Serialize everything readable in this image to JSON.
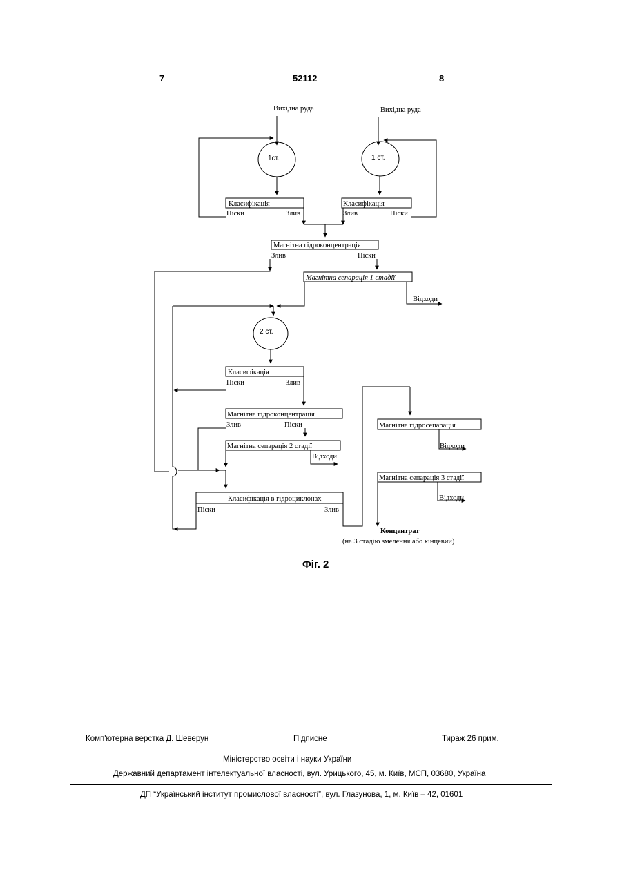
{
  "header": {
    "page_left": "7",
    "doc_number": "52112",
    "page_right": "8"
  },
  "diagram": {
    "ore_in_left": "Вихідна руда",
    "ore_in_right": "Вихідна руда",
    "mill_1_left": "1ст.",
    "mill_1_right": "1 ст.",
    "mill_2": "2 ст.",
    "class_left": {
      "title": "Класифікація",
      "out_a": "Піски",
      "out_b": "Злив"
    },
    "class_right": {
      "title": "Класифікація",
      "out_a": "Злив",
      "out_b": "Піски"
    },
    "mag_hydro_1": {
      "title": "Магнітна гідроконцентрація",
      "out_a": "Злив",
      "out_b": "Піски"
    },
    "mag_sep_1": {
      "title": "Магнітна сепарація 1 стадії",
      "waste": "Відходи"
    },
    "class_2": {
      "title": "Класифікація",
      "out_a": "Піски",
      "out_b": "Злив"
    },
    "mag_hydro_2": {
      "title": "Магнітна гідроконцентрація",
      "out_a": "Злив",
      "out_b": "Піски"
    },
    "mag_sep_2": {
      "title": "Магнітна сепарація 2 стадії",
      "waste": "Відходи"
    },
    "hydrocyclone": {
      "title": "Класифікація в гідроциклонах",
      "out_a": "Піски",
      "out_b": "Злив"
    },
    "mag_hydrosep": {
      "title": "Магнітна гідросепарація",
      "waste": "Відходи"
    },
    "mag_sep_3": {
      "title": "Магнітна сепарація 3 стадії",
      "waste": "Відходи"
    },
    "concentrate": "Концентрат",
    "concentrate_note": "(на 3 стадію змелення або кінцевий)",
    "caption": "Фіг. 2"
  },
  "footer": {
    "layout": "Комп'ютерна верстка Д. Шеверун",
    "signed": "Підписне",
    "print_run": "Тираж 26 прим.",
    "ministry": "Міністерство освіти і науки України",
    "department": "Державний департамент інтелектуальної власності, вул. Урицького, 45, м. Київ, МСП, 03680, Україна",
    "institute": "ДП “Український інститут промислової власності”, вул. Глазунова, 1, м. Київ – 42, 01601"
  }
}
